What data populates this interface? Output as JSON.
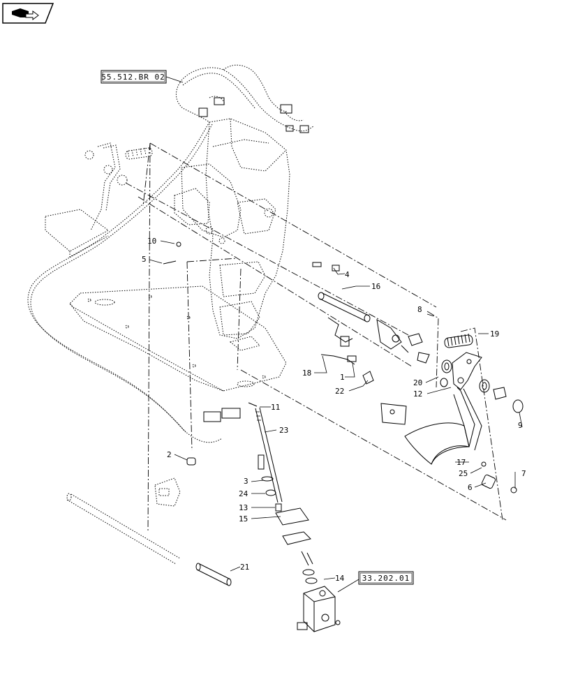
{
  "nav": {
    "icon": "back-arrow-icon"
  },
  "references": [
    {
      "id": "ref-55512",
      "label": "55.512.BR 02"
    },
    {
      "id": "ref-33202",
      "label": "33.202.01"
    }
  ],
  "callouts": [
    {
      "id": "1",
      "label": "1"
    },
    {
      "id": "2",
      "label": "2"
    },
    {
      "id": "3",
      "label": "3"
    },
    {
      "id": "4",
      "label": "4"
    },
    {
      "id": "5",
      "label": "5"
    },
    {
      "id": "6",
      "label": "6"
    },
    {
      "id": "7",
      "label": "7"
    },
    {
      "id": "8",
      "label": "8"
    },
    {
      "id": "9",
      "label": "9"
    },
    {
      "id": "10",
      "label": "10"
    },
    {
      "id": "11",
      "label": "11"
    },
    {
      "id": "12",
      "label": "12"
    },
    {
      "id": "13",
      "label": "13"
    },
    {
      "id": "14",
      "label": "14"
    },
    {
      "id": "15",
      "label": "15"
    },
    {
      "id": "16",
      "label": "16"
    },
    {
      "id": "17",
      "label": "17"
    },
    {
      "id": "18",
      "label": "18"
    },
    {
      "id": "19",
      "label": "19"
    },
    {
      "id": "20",
      "label": "20"
    },
    {
      "id": "21",
      "label": "21"
    },
    {
      "id": "22",
      "label": "22"
    },
    {
      "id": "23",
      "label": "23"
    },
    {
      "id": "24",
      "label": "24"
    },
    {
      "id": "25",
      "label": "25"
    }
  ]
}
